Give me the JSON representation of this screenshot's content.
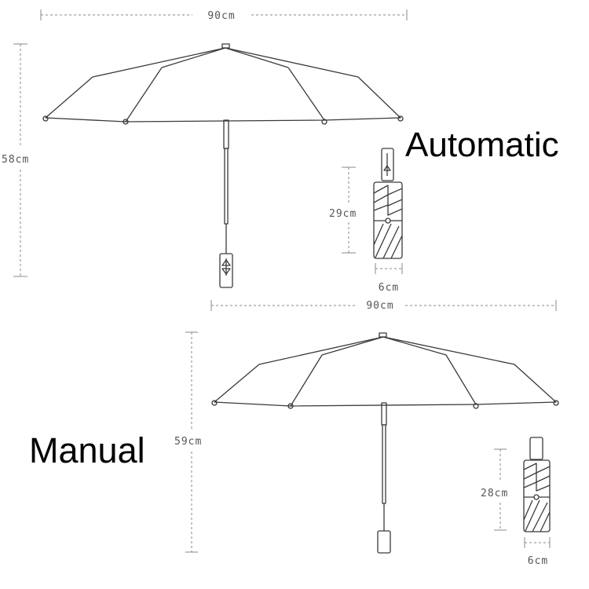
{
  "automatic": {
    "label": "Automatic",
    "open_width": "90cm",
    "open_height": "58cm",
    "folded_length": "29cm",
    "folded_width": "6cm"
  },
  "manual": {
    "label": "Manual",
    "open_width": "90cm",
    "open_height": "59cm",
    "folded_length": "28cm",
    "folded_width": "6cm"
  },
  "colors": {
    "outline": "#3a3a3a",
    "dimension_line": "#8a8a8a",
    "text": "#000000"
  },
  "icons": [
    "umbrella-open-icon",
    "umbrella-folded-icon"
  ]
}
